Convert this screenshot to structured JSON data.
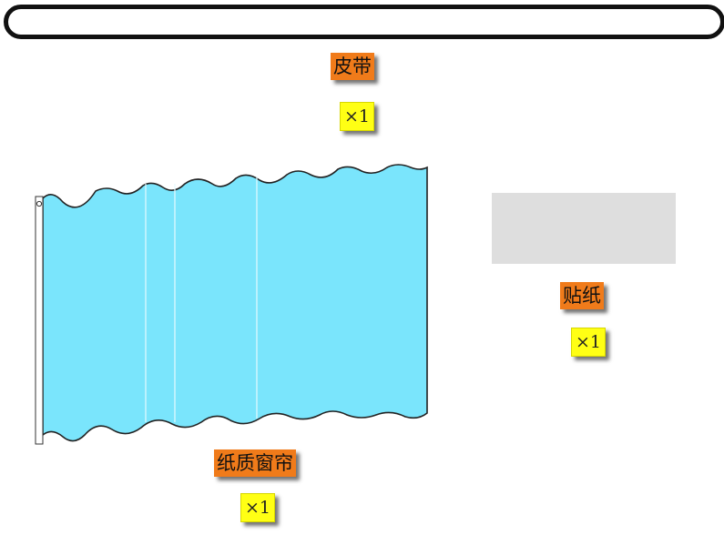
{
  "colors": {
    "curtain": "#7ae5fc",
    "label_bg": "#f07b1a",
    "qty_bg": "#ffff14",
    "sticker": "#dedede"
  },
  "parts": {
    "belt": {
      "name": "皮带",
      "qty": "×1"
    },
    "sticker": {
      "name": "贴纸",
      "qty": "×1"
    },
    "curtain": {
      "name": "纸质窗帘",
      "qty": "×1"
    }
  }
}
